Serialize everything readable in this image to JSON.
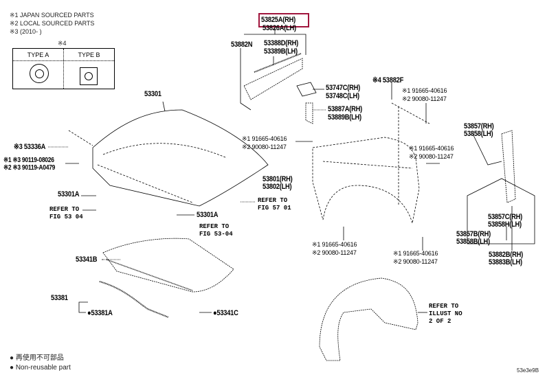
{
  "notes": {
    "n1": "※1 JAPAN SOURCED PARTS",
    "n2": "※2 LOCAL SOURCED PARTS",
    "n3": "※3 (2010-     )",
    "n4": "※4"
  },
  "type_box": {
    "type_a": "TYPE A",
    "type_b": "TYPE B"
  },
  "parts": {
    "p53825A": "53825A(RH)",
    "p53826A": "53826A(LH)",
    "p53882N": "53882N",
    "p53388D": "53388D(RH)",
    "p53389B": "53389B(LH)",
    "p53747C": "53747C(RH)",
    "p53748C": "53748C(LH)",
    "p53887A": "53887A(RH)",
    "p53889B": "53889B(LH)",
    "p53882F": "※4 53882F",
    "p53301": "53301",
    "p53336A": "※3 53336A",
    "p90119a": "※1 ※3 90119-08026",
    "p90119b": "※2 ※3 90119-A0479",
    "p53301A_l": "53301A",
    "p53301A_c": "53301A",
    "p53857": "53857(RH)",
    "p53858": "53858(LH)",
    "p53801": "53801(RH)",
    "p53802": "53802(LH)",
    "p53857C": "53857C(RH)",
    "p53858H": "53858H(LH)",
    "p53857B": "53857B(RH)",
    "p53858B": "53858B(LH)",
    "p53882B": "53882B(RH)",
    "p53883B": "53883B(LH)",
    "p53341B": "53341B",
    "p53381": "53381",
    "p53381A": "●53381A",
    "p53341C": "●53341C"
  },
  "fasteners": {
    "f1a": "※1 91665-40616",
    "f1b": "※2 90080-11247",
    "f2a": "※1 91665-40616",
    "f2b": "※2 90080-11247",
    "f3a": "※1 91665-40616",
    "f3b": "※2 90080-11247",
    "f4a": "※1 91665-40616",
    "f4b": "※2 90080-11247",
    "f5a": "※1 91665-40616",
    "f5b": "※2 90080-11247"
  },
  "refs": {
    "r1a": "REFER TO",
    "r1b": "FIG 53 04",
    "r2a": "REFER TO",
    "r2b": "FIG 57 01",
    "r3a": "REFER TO",
    "r3b": "FIG 53-04",
    "r4a": "REFER TO",
    "r4b": "ILLUST NO",
    "r4c": "2 OF 2"
  },
  "legend": {
    "jp": "● 再使用不可部品",
    "en": "● Non-reusable part"
  },
  "illustration_code": "53e3e9B",
  "highlight_color": "#a0143c"
}
